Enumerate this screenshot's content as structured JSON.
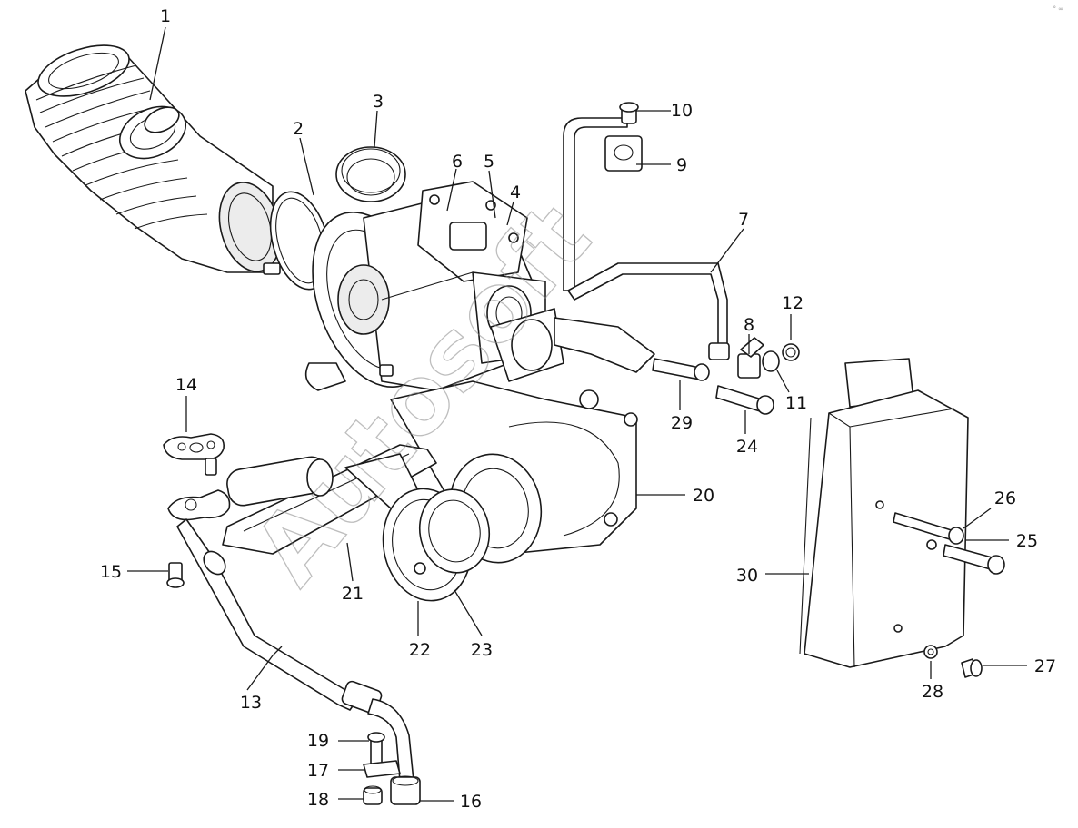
{
  "figure": {
    "type": "exploded parts diagram",
    "background": "#ffffff",
    "line_color": "#1a1a1a",
    "watermark_color": "#8a8a8a"
  },
  "watermark": {
    "text": "Autosoft"
  },
  "corner_mark": {
    "text": "° ∞"
  },
  "callouts": [
    "1",
    "2",
    "3",
    "4",
    "5",
    "6",
    "7",
    "8",
    "9",
    "10",
    "11",
    "12",
    "13",
    "14",
    "15",
    "16",
    "17",
    "18",
    "19",
    "20",
    "21",
    "22",
    "23",
    "24",
    "25",
    "26",
    "27",
    "28",
    "29",
    "30"
  ]
}
